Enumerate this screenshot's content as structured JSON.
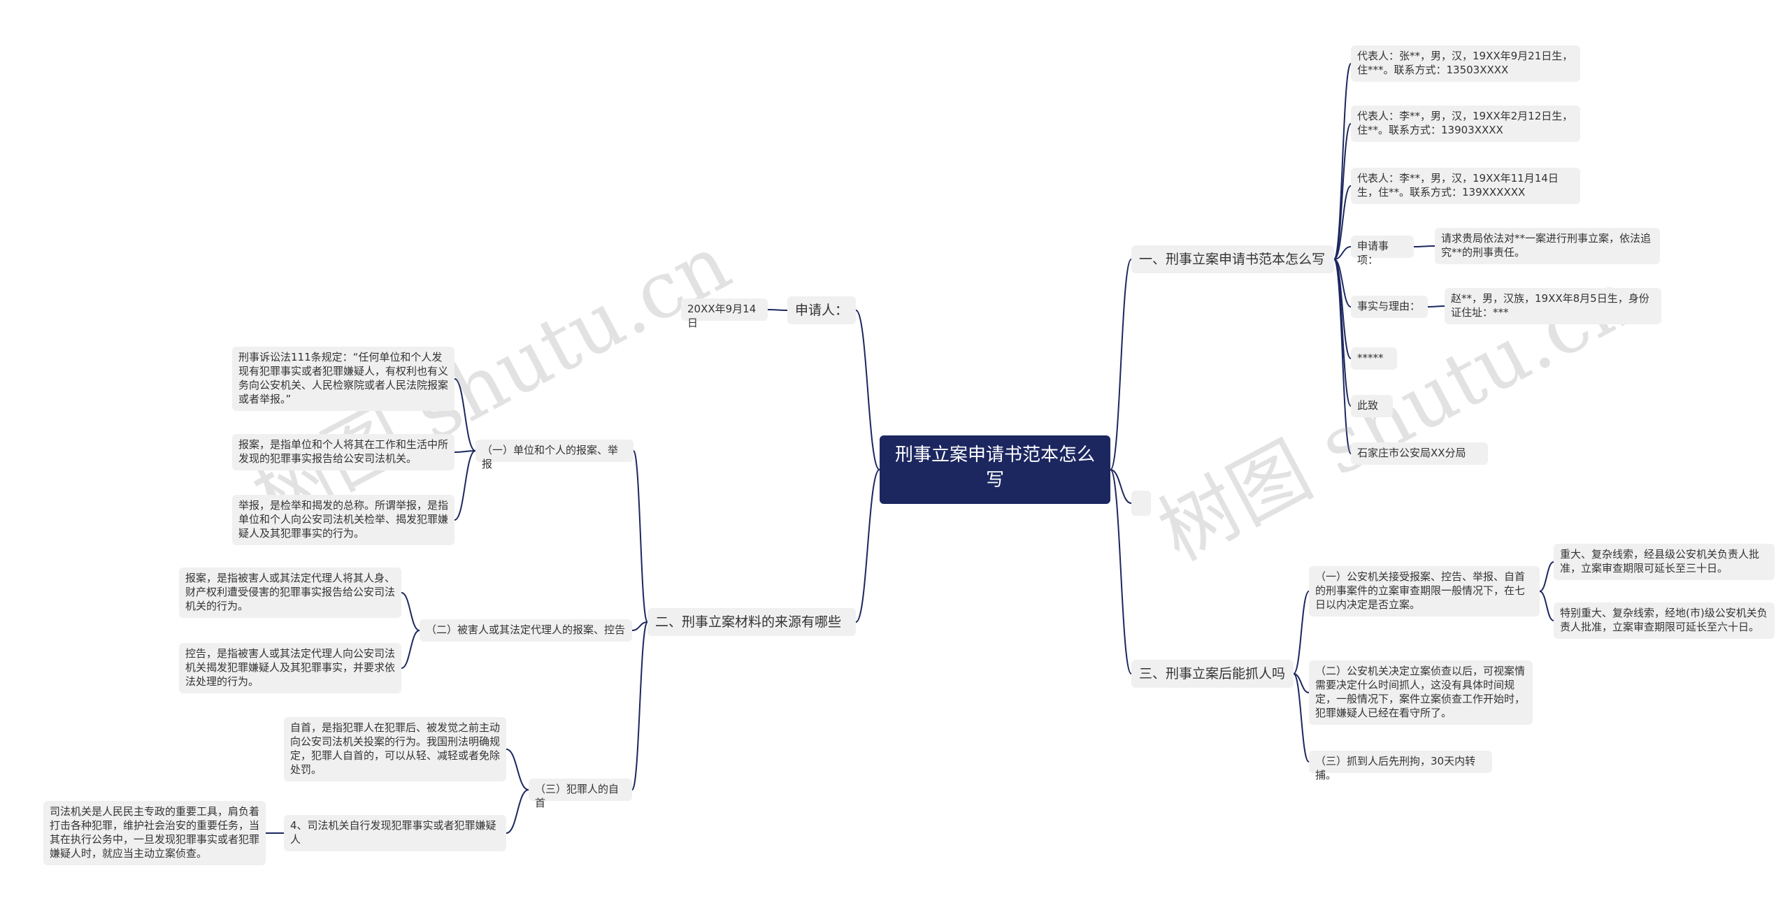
{
  "root": "刑事立案申请书范本怎么写",
  "right": {
    "b1": {
      "label": "一、刑事立案申请书范本怎么写",
      "rep1": "代表人：张**，男，汉，19XX年9月21日生，住***。联系方式：13503XXXX",
      "rep2": "代表人：李**，男，汉，19XX年2月12日生，住**。联系方式：13903XXXX",
      "rep3": "代表人：李**，男，汉，19XX年11月14日生，住**。联系方式：139XXXXXX",
      "item_label": "申请事项：",
      "item_text": "请求贵局依法对**一案进行刑事立案，依法追究**的刑事责任。",
      "facts_label": "事实与理由：",
      "facts_text": "赵**，男，汉族，19XX年8月5日生，身份证住址：***",
      "stars": "*****",
      "salute": "此致",
      "office": "石家庄市公安局XX分局"
    },
    "empty": "",
    "b3": {
      "label": "三、刑事立案后能抓人吗",
      "c1": "（一）公安机关接受报案、控告、举报、自首的刑事案件的立案审查期限一般情况下，在七日以内决定是否立案。",
      "c1a": "重大、复杂线索，经县级公安机关负责人批准，立案审查期限可延长至三十日。",
      "c1b": "特别重大、复杂线索，经地(市)级公安机关负责人批准，立案审查期限可延长至六十日。",
      "c2": "（二）公安机关决定立案侦查以后，可视案情需要决定什么时间抓人，这没有具体时间规定，一般情况下，案件立案侦查工作开始时，犯罪嫌疑人已经在看守所了。",
      "c3": "（三）抓到人后先刑拘，30天内转捕。"
    }
  },
  "left": {
    "applicant": {
      "label": "申请人：",
      "date": "20XX年9月14日"
    },
    "b2": {
      "label": "二、刑事立案材料的来源有哪些",
      "s1": {
        "label": "（一）单位和个人的报案、举报",
        "t1": "刑事诉讼法111条规定：“任何单位和个人发现有犯罪事实或者犯罪嫌疑人，有权利也有义务向公安机关、人民检察院或者人民法院报案或者举报。”",
        "t2": "报案，是指单位和个人将其在工作和生活中所发现的犯罪事实报告给公安司法机关。",
        "t3": "举报，是检举和揭发的总称。所谓举报，是指单位和个人向公安司法机关检举、揭发犯罪嫌疑人及其犯罪事实的行为。"
      },
      "s2": {
        "label": "（二）被害人或其法定代理人的报案、控告",
        "t1": "报案，是指被害人或其法定代理人将其人身、财产权利遭受侵害的犯罪事实报告给公安司法机关的行为。",
        "t2": "控告，是指被害人或其法定代理人向公安司法机关揭发犯罪嫌疑人及其犯罪事实，并要求依法处理的行为。"
      },
      "s3": {
        "label": "（三）犯罪人的自首",
        "t1": "自首，是指犯罪人在犯罪后、被发觉之前主动向公安司法机关投案的行为。我国刑法明确规定，犯罪人自首的，可以从轻、减轻或者免除处罚。",
        "t2": "4、司法机关自行发现犯罪事实或者犯罪嫌疑人",
        "t2a": "司法机关是人民民主专政的重要工具，肩负着打击各种犯罪，维护社会治安的重要任务，当其在执行公务中，一旦发现犯罪事实或者犯罪嫌疑人时，就应当主动立案侦查。"
      }
    }
  },
  "watermarks": [
    "树图 shutu.cn",
    "树图 shutu.cn"
  ],
  "colors": {
    "root_bg": "#1c2760",
    "line": "#1c2760",
    "node_bg": "#f0f0f0"
  }
}
